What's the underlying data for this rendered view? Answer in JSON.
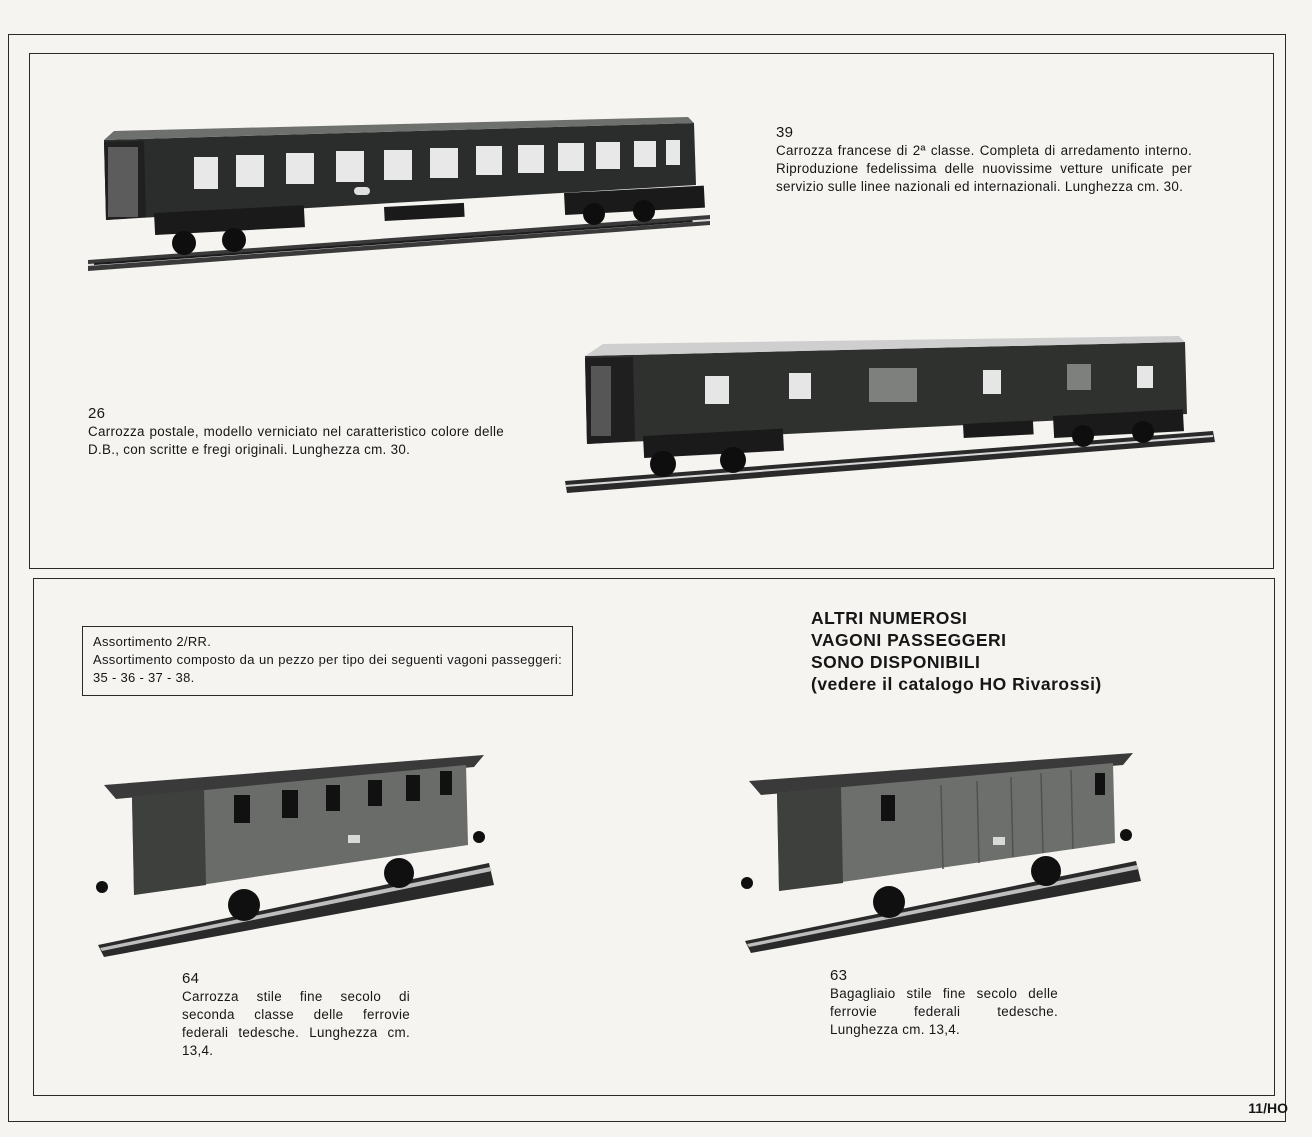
{
  "items": [
    {
      "number": "39",
      "description": "Carrozza francese di 2ª classe. Completa di arredamento interno. Riproduzione fedelissima delle nuovissime vetture unificate per servizio sulle linee nazionali ed internazionali. Lunghezza cm. 30."
    },
    {
      "number": "26",
      "description": "Carrozza postale, modello verniciato nel caratteristico colore delle D.B., con scritte e fregi originali. Lunghezza cm. 30."
    },
    {
      "number": "64",
      "description": "Carrozza stile fine secolo di seconda classe delle ferrovie federali tedesche. Lunghezza cm. 13,4."
    },
    {
      "number": "63",
      "description": "Bagagliaio stile fine secolo delle ferrovie federali tedesche. Lunghezza cm. 13,4."
    }
  ],
  "assortment": {
    "title": "Assortimento 2/RR.",
    "text": "Assortimento composto da un pezzo per tipo dei seguenti vagoni passeggeri: 35 - 36 - 37 - 38."
  },
  "heading": {
    "line1": "ALTRI NUMEROSI",
    "line2": "VAGONI PASSEGGERI",
    "line3": "SONO DISPONIBILI",
    "line4": "(vedere il catalogo HO Rivarossi)"
  },
  "page_number": "11/HO",
  "colors": {
    "paper": "#f5f4f0",
    "ink": "#161616",
    "coach_dark": "#2b2d2c",
    "coach_mid": "#5a5c5a"
  }
}
